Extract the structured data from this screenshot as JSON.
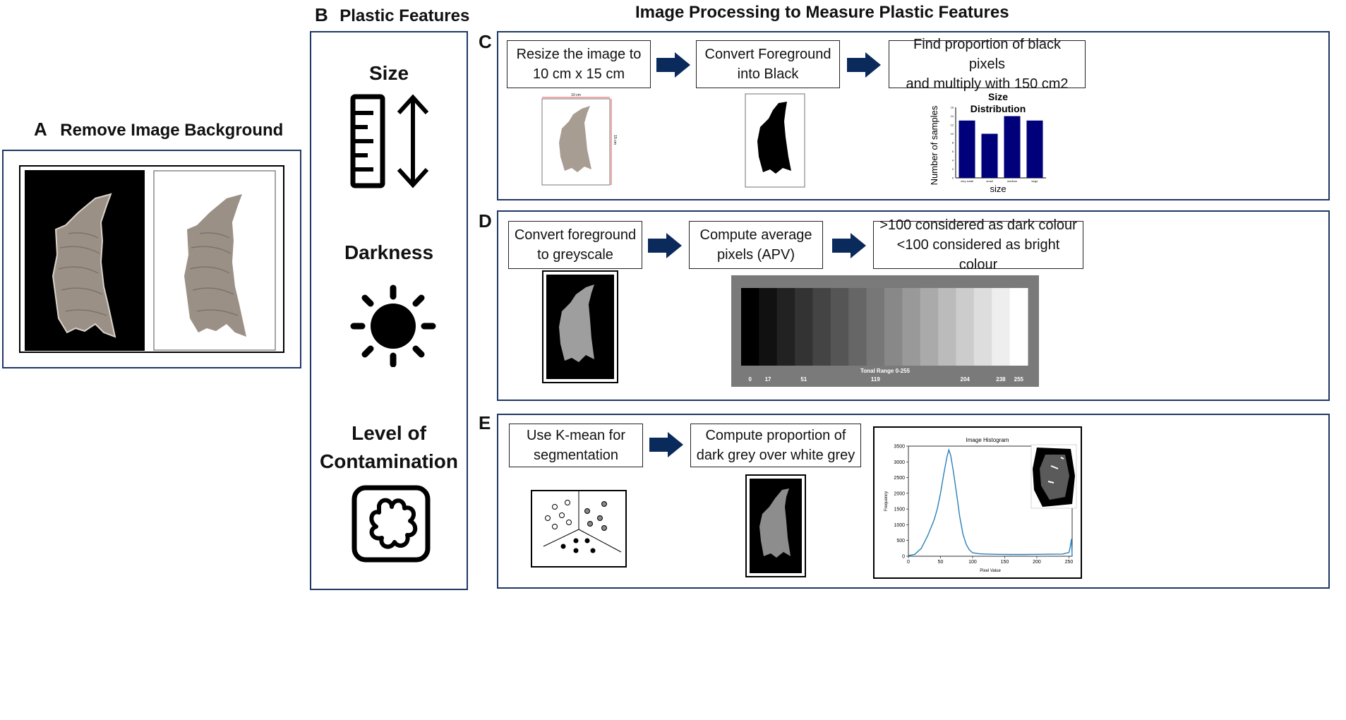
{
  "panel_a": {
    "letter": "A",
    "title": "Remove Image Background"
  },
  "panel_b": {
    "letter": "B",
    "title": "Plastic Features",
    "features": [
      {
        "label": "Size",
        "icon": "ruler-arrow-icon"
      },
      {
        "label": "Darkness",
        "icon": "sun-icon"
      },
      {
        "label": "Level of\nContamination",
        "icon": "splat-icon"
      }
    ]
  },
  "main_title": "Image Processing to Measure Plastic Features",
  "panel_c": {
    "letter": "C",
    "steps": [
      "Resize the image to\n10 cm x 15 cm",
      "Convert Foreground\ninto Black",
      "Find proportion of black pixels\nand multiply with 150 cm2"
    ],
    "ruler_width_label": "10 cm",
    "ruler_height_label": "15 cm",
    "chart_data": {
      "type": "bar",
      "title": "Size Distribution",
      "xlabel": "size",
      "ylabel": "Number of samples",
      "categories": [
        "very small",
        "small",
        "medium",
        "large"
      ],
      "values": [
        13,
        10,
        14,
        13
      ],
      "ylim": [
        0,
        16
      ],
      "yticks": [
        0,
        2,
        4,
        6,
        8,
        10,
        12,
        14,
        16
      ],
      "bar_color": "#00007a"
    }
  },
  "panel_d": {
    "letter": "D",
    "steps": [
      "Convert foreground\nto greyscale",
      "Compute average\npixels (APV)",
      ">100 considered as dark colour\n<100 considered as bright colour"
    ],
    "tonal": {
      "title": "Tonal Range 0-255",
      "levels": [
        0,
        17,
        34,
        51,
        68,
        85,
        102,
        119,
        136,
        153,
        170,
        187,
        204,
        221,
        238,
        255
      ],
      "tick_labels": [
        "0",
        "17",
        "51",
        "119",
        "204",
        "238",
        "255"
      ]
    }
  },
  "panel_e": {
    "letter": "E",
    "steps": [
      "Use K-mean for\nsegmentation",
      "Compute proportion of\ndark grey over white grey"
    ],
    "chart_data": {
      "type": "line",
      "title": "Image Histogram",
      "xlabel": "Pixel Value",
      "ylabel": "Frequency",
      "xlim": [
        0,
        255
      ],
      "ylim": [
        0,
        3500
      ],
      "xticks": [
        0,
        50,
        100,
        150,
        200,
        250
      ],
      "yticks": [
        0,
        500,
        1000,
        1500,
        2000,
        2500,
        3000,
        3500
      ],
      "x": [
        0,
        10,
        20,
        30,
        40,
        45,
        50,
        55,
        60,
        63,
        66,
        70,
        75,
        80,
        85,
        90,
        95,
        100,
        110,
        120,
        140,
        160,
        180,
        200,
        220,
        240,
        250,
        252,
        254,
        255
      ],
      "y": [
        20,
        60,
        250,
        650,
        1150,
        1500,
        2000,
        2600,
        3150,
        3380,
        3200,
        2700,
        2000,
        1250,
        700,
        380,
        200,
        110,
        80,
        70,
        60,
        55,
        55,
        60,
        65,
        70,
        120,
        300,
        550,
        0
      ],
      "line_color": "#2c7fb8"
    }
  },
  "colors": {
    "panel_border": "#1f3864",
    "arrow": "#0b2a5c"
  }
}
